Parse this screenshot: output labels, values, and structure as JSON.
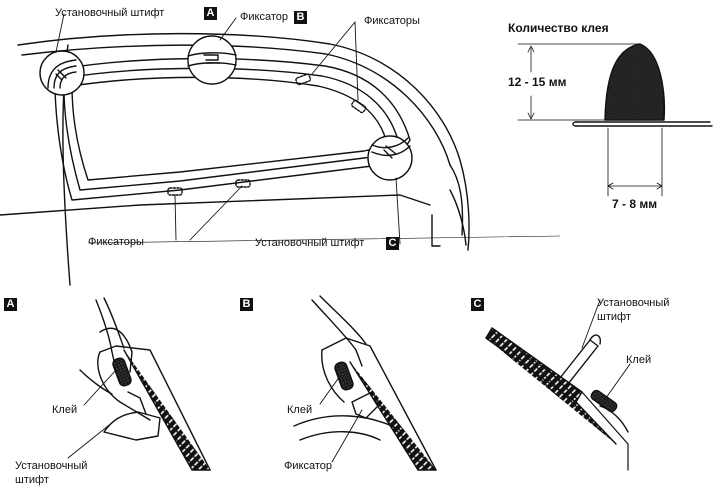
{
  "labels": {
    "pin": "Установочный штифт",
    "retainer": "Фиксатор",
    "retainers": "Фиксаторы",
    "glue_amount": "Количество клея",
    "height_range": "12 - 15 мм",
    "width_range": "7 - 8 мм",
    "glue": "Клей",
    "pin_line1": "Установочный",
    "pin_line2": "штифт"
  },
  "badges": {
    "a": "A",
    "b": "B",
    "c": "C"
  }
}
